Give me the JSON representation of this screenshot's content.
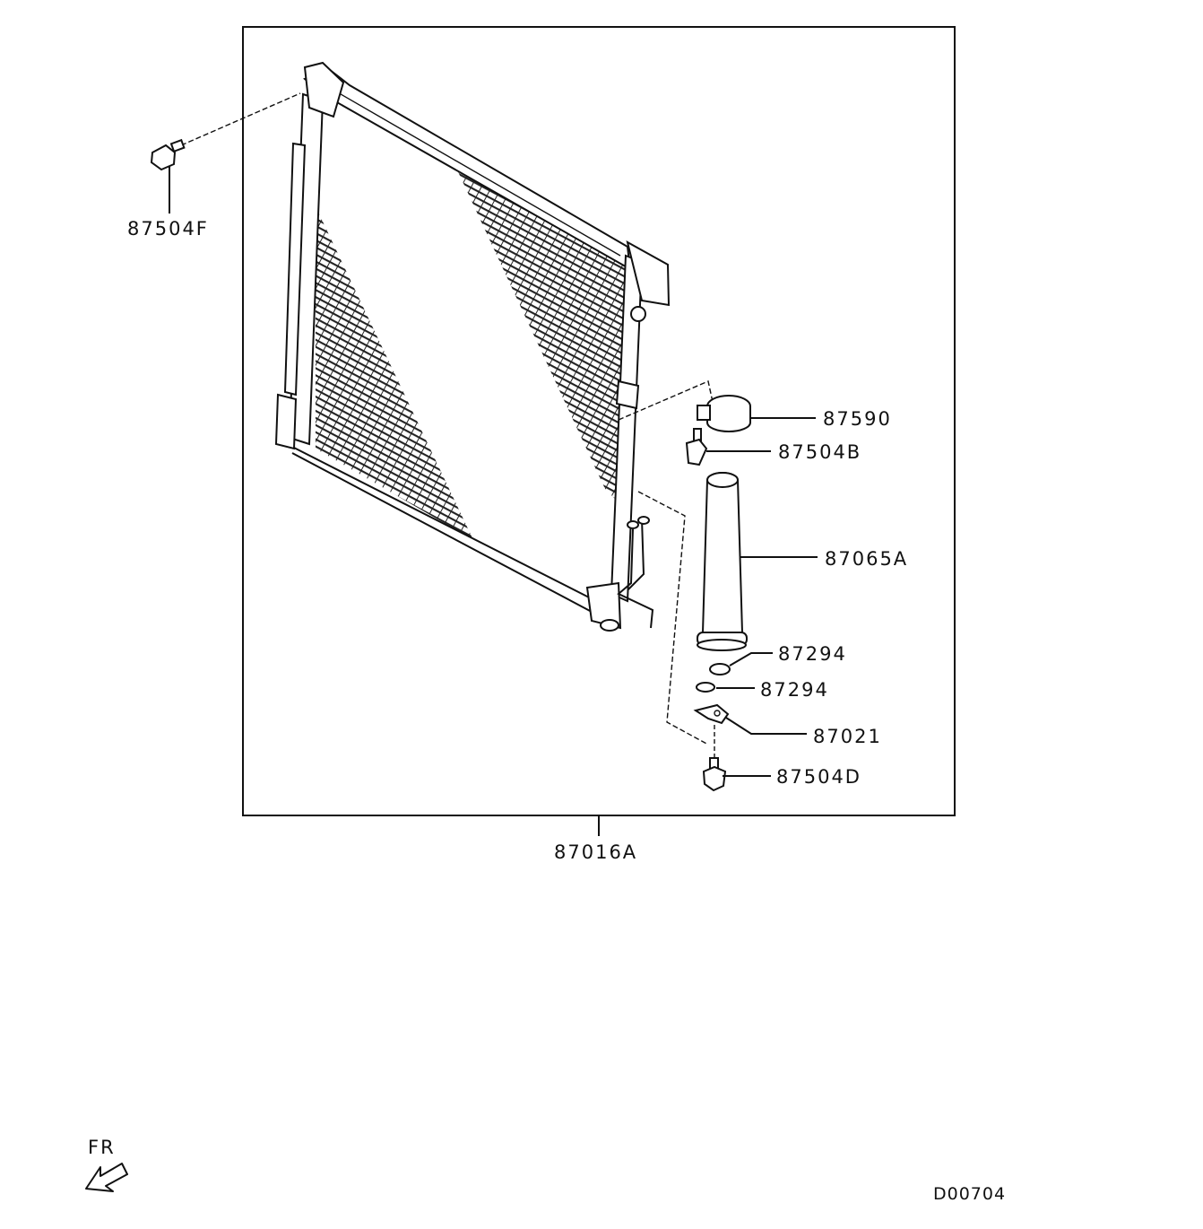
{
  "diagram_code": "D00704",
  "direction_label": "FR",
  "assembly_label": "87016A",
  "parts": [
    {
      "id": "bolt-top",
      "label": "87504F"
    },
    {
      "id": "bracket",
      "label": "87590"
    },
    {
      "id": "bolt-bracket",
      "label": "87504B"
    },
    {
      "id": "receiver-drier",
      "label": "87065A"
    },
    {
      "id": "o-ring-upper",
      "label": "87294"
    },
    {
      "id": "o-ring-lower",
      "label": "87294"
    },
    {
      "id": "pipe-clamp",
      "label": "87021"
    },
    {
      "id": "bolt-bottom",
      "label": "87504D"
    }
  ]
}
